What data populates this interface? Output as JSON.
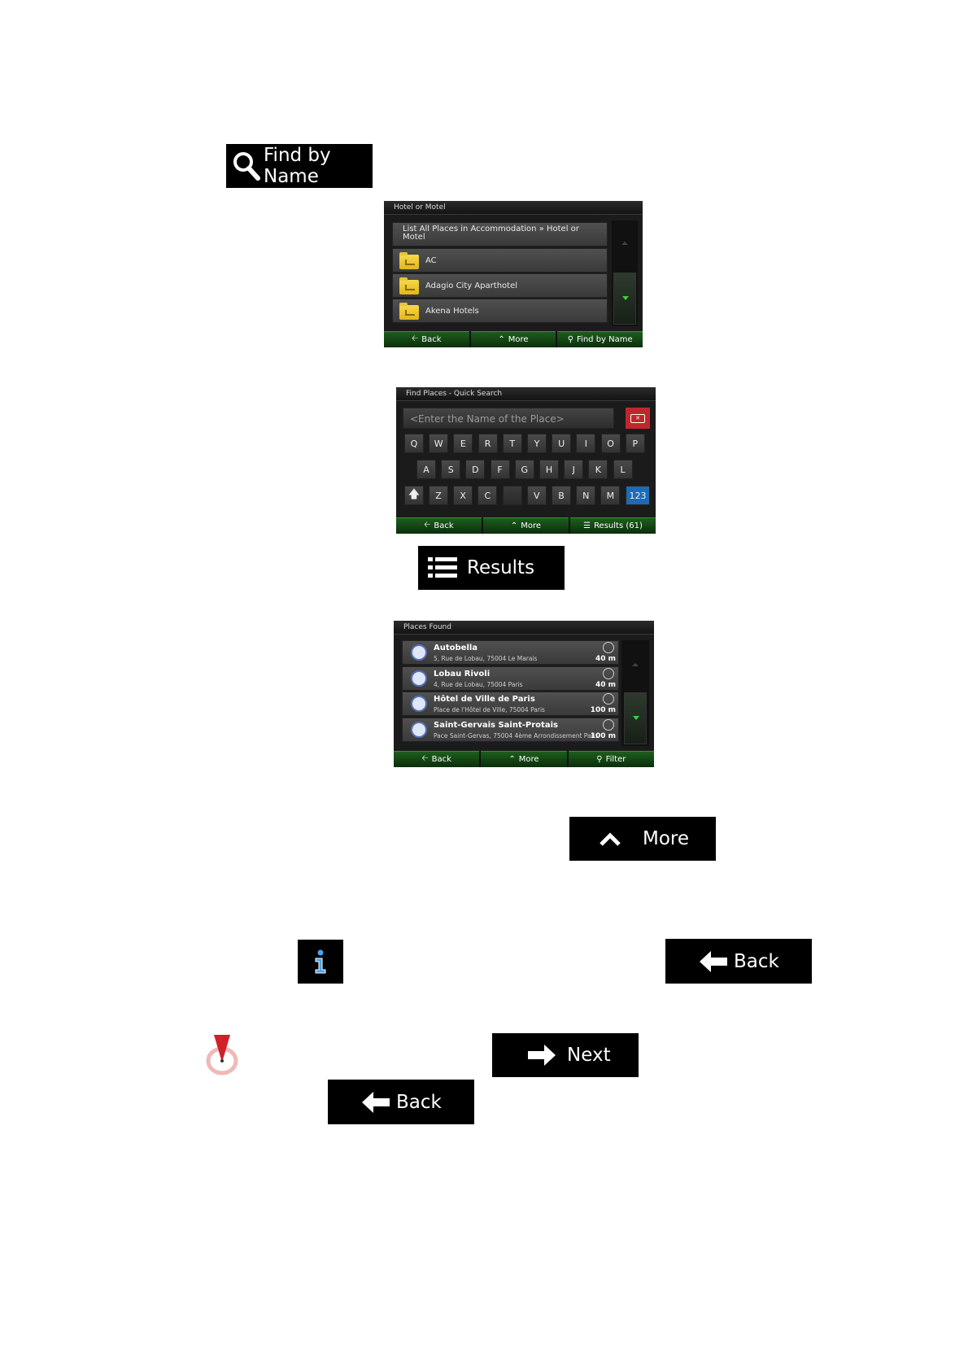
{
  "find_by_name_button": {
    "label": "Find by Name"
  },
  "hotel_list": {
    "title": "Hotel or Motel",
    "header_item": "List All Places in Accommodation » Hotel or Motel",
    "items": [
      {
        "label": "AC"
      },
      {
        "label": "Adagio City Aparthotel"
      },
      {
        "label": "Akena Hotels"
      }
    ],
    "bottom": {
      "back": "Back",
      "more": "More",
      "find": "Find by Name"
    }
  },
  "quick_search": {
    "title": "Find Places - Quick Search",
    "placeholder": "<Enter the Name of the Place>",
    "row1": [
      "Q",
      "W",
      "E",
      "R",
      "T",
      "Y",
      "U",
      "I",
      "O",
      "P"
    ],
    "row2": [
      "A",
      "S",
      "D",
      "F",
      "G",
      "H",
      "J",
      "K",
      "L"
    ],
    "row3": [
      "Z",
      "X",
      "C",
      "",
      "V",
      "B",
      "N",
      "M"
    ],
    "num_key": "123",
    "bottom": {
      "back": "Back",
      "more": "More",
      "results": "Results (61)"
    }
  },
  "results_button": {
    "label": "Results"
  },
  "places_found": {
    "title": "Places Found",
    "items": [
      {
        "name": "Autobella",
        "address": "5, Rue de Lobau, 75004 Le Marais",
        "distance": "40 m",
        "icon": "car-pin-icon"
      },
      {
        "name": "Lobau Rivoli",
        "address": "4, Rue de Lobau, 75004 Paris",
        "distance": "40 m",
        "icon": "parking-pin-icon"
      },
      {
        "name": "Hôtel de Ville de Paris",
        "address": "Place de l'Hôtel de Ville, 75004 Paris",
        "distance": "100 m",
        "icon": "building-pin-icon"
      },
      {
        "name": "Saint-Gervais Saint-Protais",
        "address": "Pace Saint-Gervas, 75004 4ème Arrondissement Paris",
        "distance": "100 m",
        "icon": "church-pin-icon"
      }
    ],
    "bottom": {
      "back": "Back",
      "more": "More",
      "filter": "Filter"
    }
  },
  "more_button": {
    "label": "More"
  },
  "back_button_1": {
    "label": "Back"
  },
  "next_button": {
    "label": "Next"
  },
  "back_button_2": {
    "label": "Back"
  },
  "colors": {
    "accent_green": "#1d5e1d",
    "blue_key": "#1e6ab4",
    "delete_red": "#c0272d"
  }
}
